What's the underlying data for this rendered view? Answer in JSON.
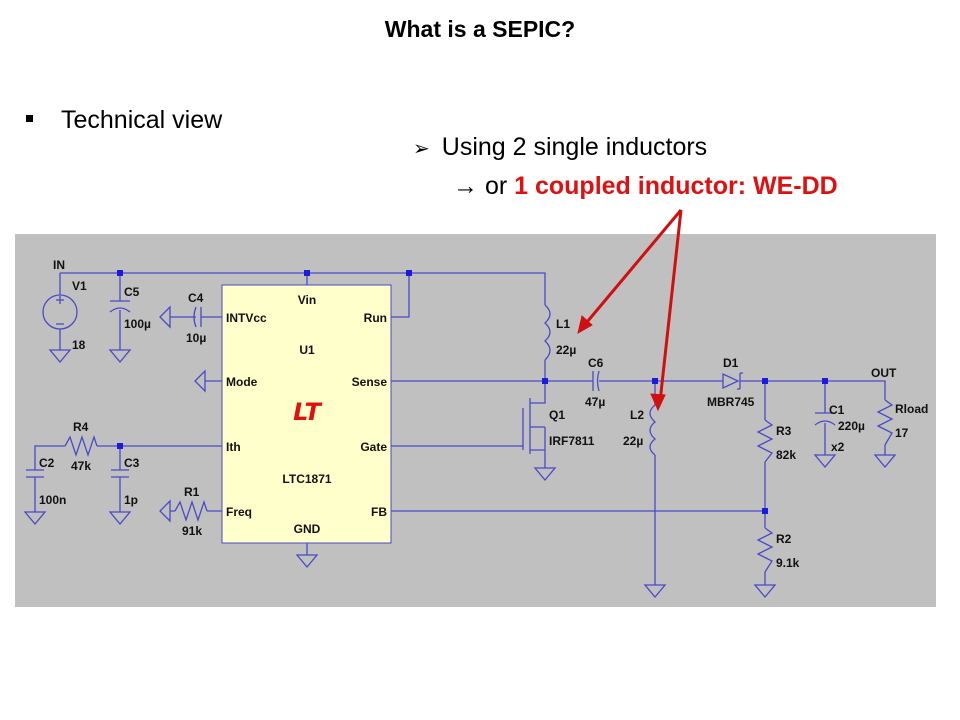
{
  "title": "What is a SEPIC?",
  "bullet": "Technical view",
  "sub_bullet": {
    "arrow": "➢",
    "text": "Using  2  single inductors"
  },
  "sub_sub": {
    "arrow": "→",
    "prefix": "or",
    "highlight": "1 coupled inductor: WE-DD"
  },
  "colors": {
    "highlight": "#e01010",
    "wire": "#4a4ac8",
    "schematic_bg": "#c0c0c0",
    "ic_fill": "#ffffcc"
  },
  "schematic": {
    "nets": {
      "in": "IN",
      "out": "OUT"
    },
    "v1": {
      "name": "V1",
      "value": "18"
    },
    "c5": {
      "name": "C5",
      "value": "100µ"
    },
    "c4": {
      "name": "C4",
      "value": "10µ"
    },
    "c2": {
      "name": "C2",
      "value": "100n"
    },
    "c3": {
      "name": "C3",
      "value": "1p"
    },
    "r4": {
      "name": "R4",
      "value": "47k"
    },
    "r1": {
      "name": "R1",
      "value": "91k"
    },
    "ic": {
      "name": "U1",
      "part": "LTC1871",
      "pins": {
        "vin": "Vin",
        "intvcc": "INTVcc",
        "run": "Run",
        "mode": "Mode",
        "sense": "Sense",
        "ith": "Ith",
        "gate": "Gate",
        "freq": "Freq",
        "fb": "FB",
        "gnd": "GND"
      }
    },
    "l1": {
      "name": "L1",
      "value": "22µ"
    },
    "l2": {
      "name": "L2",
      "value": "22µ"
    },
    "c6": {
      "name": "C6",
      "value": "47µ"
    },
    "q1": {
      "name": "Q1",
      "value": "IRF7811"
    },
    "d1": {
      "name": "D1",
      "value": "MBR745"
    },
    "r3": {
      "name": "R3",
      "value": "82k"
    },
    "r2": {
      "name": "R2",
      "value": "9.1k"
    },
    "c1": {
      "name": "C1",
      "value": "220µ",
      "count": "x2"
    },
    "rload": {
      "name": "Rload",
      "value": "17"
    }
  }
}
